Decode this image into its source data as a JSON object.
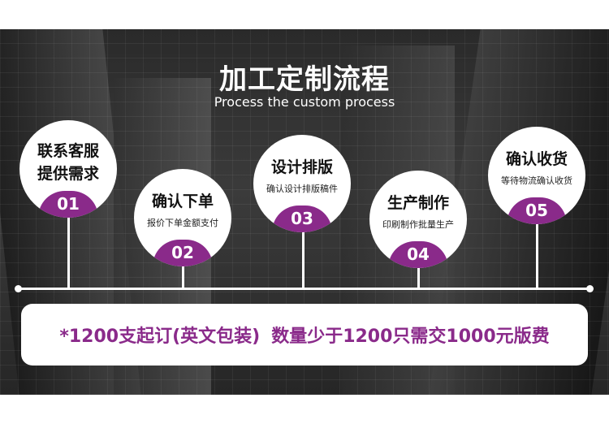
{
  "header": {
    "title": "加工定制流程",
    "subtitle": "Process the custom process"
  },
  "steps": [
    {
      "line1": "联系客服",
      "line2": "提供需求",
      "number": "01"
    },
    {
      "line1": "确认下单",
      "sub": "报价下单金额支付",
      "number": "02"
    },
    {
      "line1": "设计排版",
      "sub": "确认设计排版稿件",
      "number": "03"
    },
    {
      "line1": "生产制作",
      "sub": "印刷制作批量生产",
      "number": "04"
    },
    {
      "line1": "确认收货",
      "sub": "等待物流确认收货",
      "number": "05"
    }
  ],
  "banner": {
    "part1": "*1200支起订(英文包装)",
    "part2": "数量少于1200只需交1000元版费"
  },
  "colors": {
    "accent": "#8a2a8a",
    "background": "#333333"
  }
}
